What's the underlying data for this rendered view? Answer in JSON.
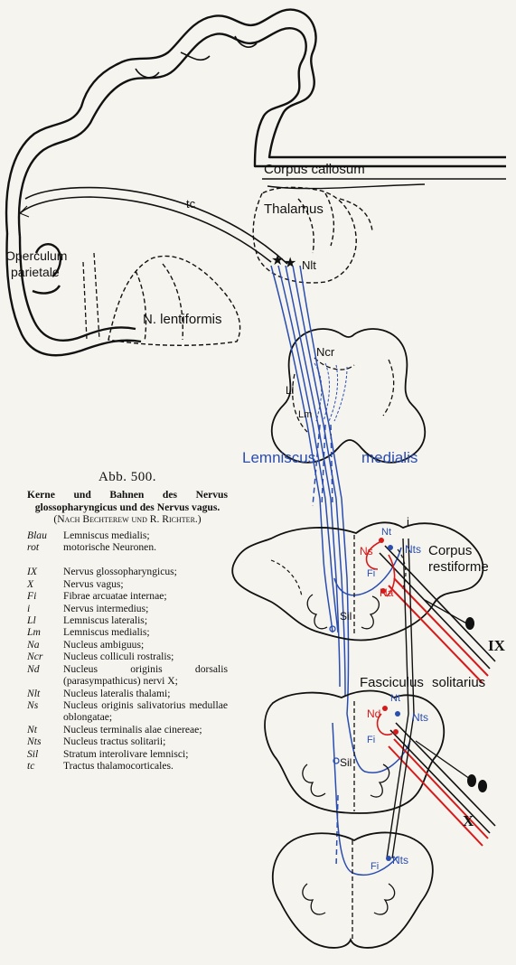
{
  "figure": {
    "labels": {
      "corpus_callosum": "Corpus callosum",
      "thalamus": "Thalamus",
      "tc": "tc",
      "operculum_1": "Operculum",
      "operculum_2": "parietale",
      "n_lentiformis": "N. lentiformis",
      "nlt": "Nlt",
      "ncr": "Ncr",
      "ll": "Ll",
      "lm": "Lm",
      "lemniscus": "Lemniscus",
      "medialis": "medialis",
      "corpus": "Corpus",
      "restiforme": "restiforme",
      "nt_upper": "Nt",
      "ns": "Ns",
      "nts_upper": "Nts",
      "fi_upper": "Fi",
      "na": "Na",
      "i": "i",
      "sil_upper": "Sil",
      "ix": "IX",
      "fasciculus": "Fasciculus",
      "solitarius": "solitarius",
      "nt_mid": "Nt",
      "nd": "Nd",
      "nts_mid": "Nts",
      "fi_mid": "Fi",
      "sil_mid": "Sil",
      "x": "X",
      "fi_lower": "Fi",
      "nts_lower": "Nts"
    },
    "colors": {
      "lemniscus_blue": "#2a4db0",
      "motor_red": "#d61a1a",
      "ink": "#111111",
      "paper": "#f6f4ef"
    }
  },
  "caption": {
    "abb": "Abb. 500.",
    "title": "Kerne und Bahnen des Nervus glossopharyngicus und des Nervus vagus.",
    "source": "(Nach Bechterew und R. Richter.)",
    "colors": [
      {
        "key": "Blau",
        "text": "Lemniscus medialis;"
      },
      {
        "key": "rot",
        "text": "motorische Neuronen."
      }
    ],
    "legend": [
      {
        "abbr": "IX",
        "text": "Nervus glossopharyngicus;"
      },
      {
        "abbr": "X",
        "text": "Nervus vagus;"
      },
      {
        "abbr": "Fi",
        "text": "Fibrae arcuatae internae;"
      },
      {
        "abbr": "i",
        "text": "Nervus intermedius;"
      },
      {
        "abbr": "Ll",
        "text": "Lemniscus lateralis;"
      },
      {
        "abbr": "Lm",
        "text": "Lemniscus medialis;"
      },
      {
        "abbr": "Na",
        "text": "Nucleus ambiguus;"
      },
      {
        "abbr": "Ncr",
        "text": "Nucleus colliculi rostralis;"
      },
      {
        "abbr": "Nd",
        "text": "Nucleus originis dorsalis (parasympathicus) nervi X;"
      },
      {
        "abbr": "Nlt",
        "text": "Nucleus lateralis thalami;"
      },
      {
        "abbr": "Ns",
        "text": "Nucleus originis salivatorius medullae oblongatae;"
      },
      {
        "abbr": "Nt",
        "text": "Nucleus terminalis alae cinereae;"
      },
      {
        "abbr": "Nts",
        "text": "Nucleus tractus solitarii;"
      },
      {
        "abbr": "Sil",
        "text": "Stratum interolivare lemnisci;"
      },
      {
        "abbr": "tc",
        "text": "Tractus thalamocorticales."
      }
    ]
  }
}
